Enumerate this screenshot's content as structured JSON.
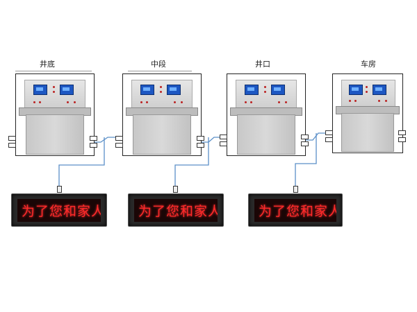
{
  "stations": [
    {
      "label": "井底"
    },
    {
      "label": "中段"
    },
    {
      "label": "井口"
    },
    {
      "label": "车房"
    }
  ],
  "displays": [
    {
      "text": "为了您和家人"
    },
    {
      "text": "为了您和家人"
    },
    {
      "text": "为了您和家人"
    }
  ],
  "colors": {
    "wire": "#5a8fc8",
    "led_text": "#ff2a2a",
    "screen": "#1d57c2"
  }
}
